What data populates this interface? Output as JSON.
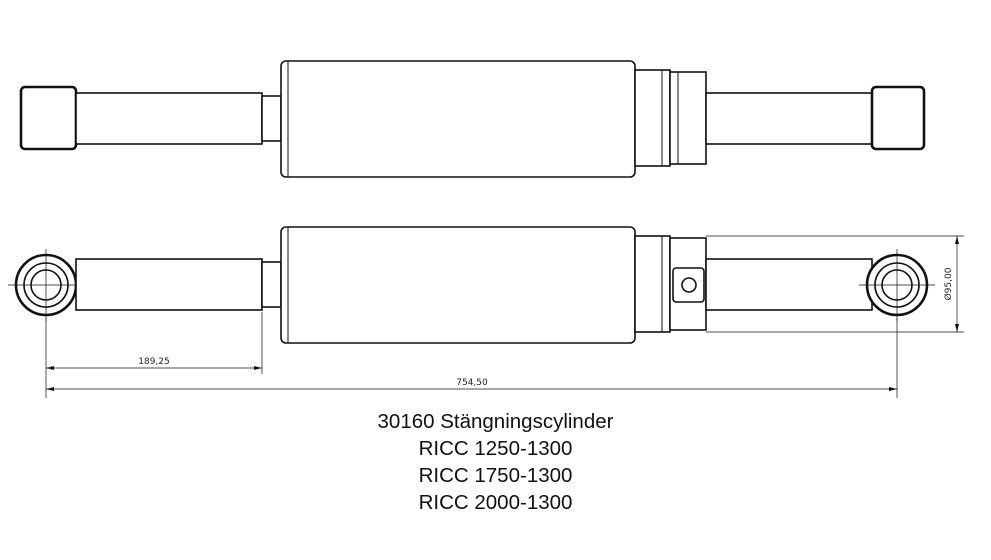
{
  "dimensions": {
    "rod_length": "189,25",
    "overall_length": "754,50",
    "diameter": "Ø95,00"
  },
  "caption": {
    "line1": "30160 Stängningscylinder",
    "line2": "RICC 1250-1300",
    "line3": "RICC 1750-1300",
    "line4": "RICC 2000-1300"
  }
}
